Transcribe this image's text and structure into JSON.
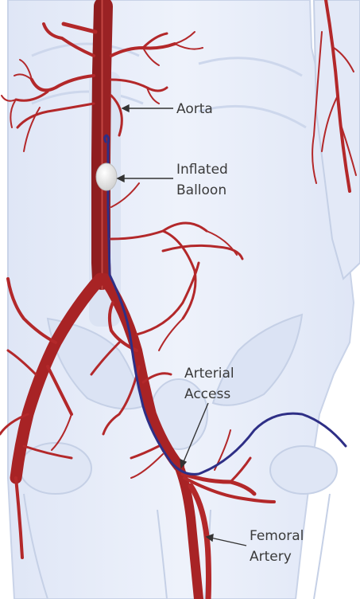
{
  "labels": {
    "aorta": "Aorta",
    "balloon_1": "Inflated",
    "balloon_2": "Balloon",
    "access_1": "Arterial",
    "access_2": "Access",
    "femoral_1": "Femoral",
    "femoral_2": "Artery"
  },
  "colors": {
    "background": "#ffffff",
    "body_fill": "#e9eef9",
    "body_outline": "#c5d0e6",
    "artery": "#b3282a",
    "artery_highlight": "#d45a55",
    "catheter": "#2e2f86",
    "balloon": "#eeeeee",
    "label_text": "#3a3a3a",
    "leader_line": "#333333"
  }
}
